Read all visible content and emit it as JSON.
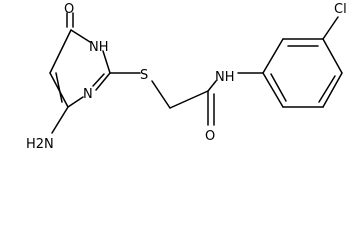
{
  "molecule": {
    "atoms": {
      "oxygen_top": "O",
      "nh_ring": "NH",
      "sulfur": "S",
      "n_ring": "N",
      "amino": "H2N",
      "amide_nh": "NH",
      "oxygen_amide": "O",
      "chlorine": "Cl"
    }
  }
}
